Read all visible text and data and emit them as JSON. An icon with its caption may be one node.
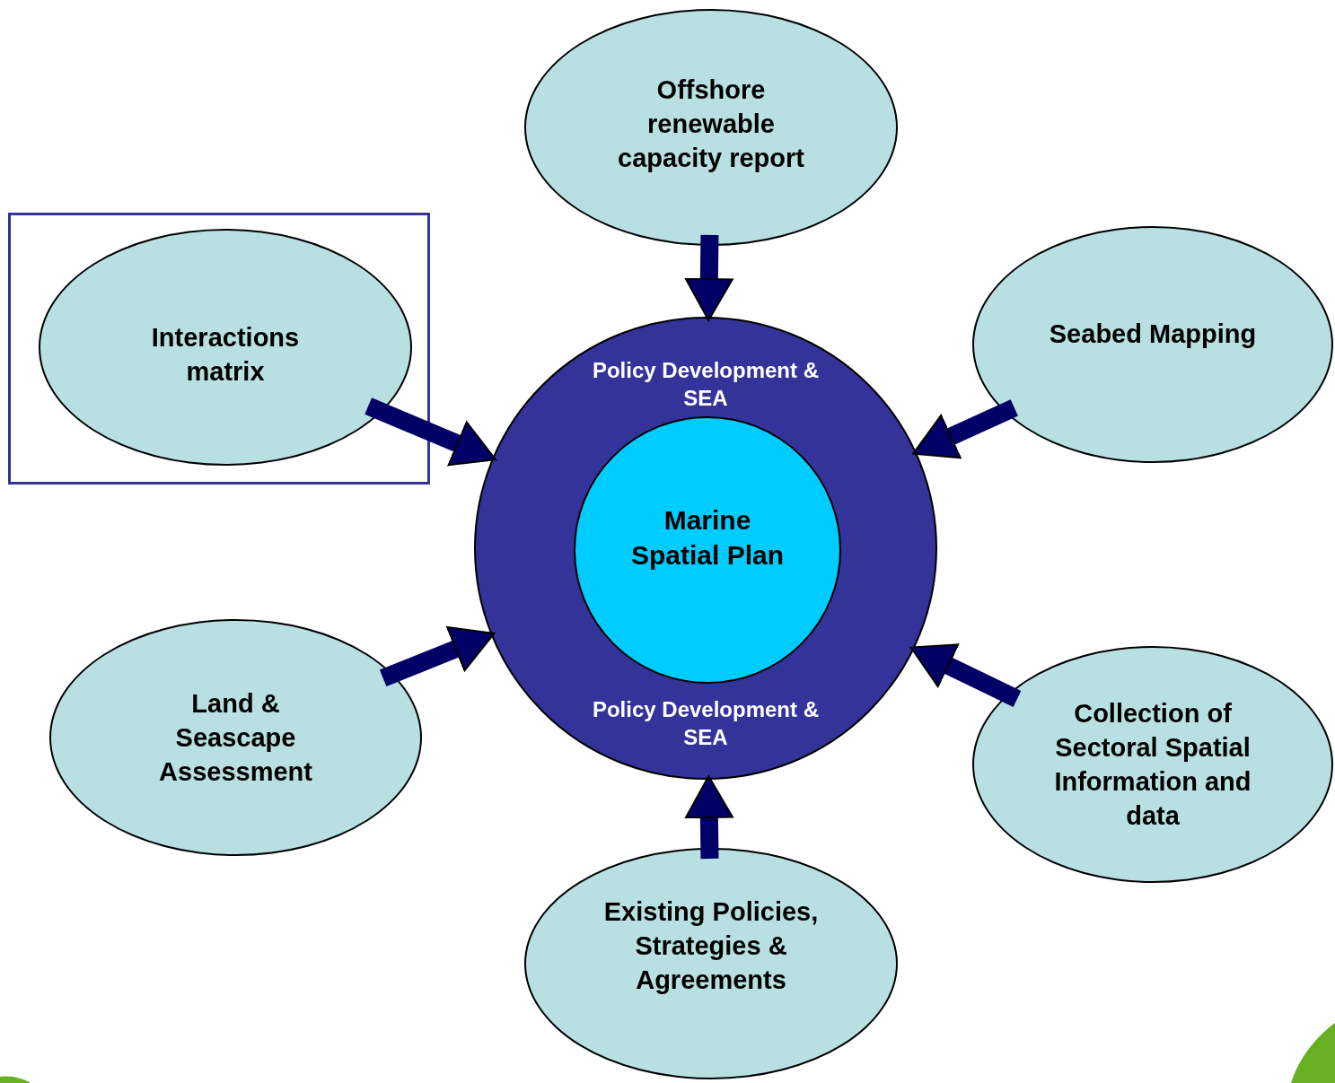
{
  "diagram": {
    "nodes": [
      {
        "text": [
          "Policy Development & SEA",
          "Policy Development & SEA"
        ]
      },
      {
        "text": [
          "Marine Spatial Plan"
        ],
        "in": 0
      },
      {
        "text": [
          "Offshore renewable capacity report"
        ]
      },
      {
        "text": [],
        "shape": "box"
      },
      {
        "text": [
          "Interactions matrix"
        ],
        "in": 3
      },
      {
        "text": [
          "Seabed Mapping"
        ]
      },
      {
        "text": [
          "Land & Seascape Assessment"
        ]
      },
      {
        "text": [
          "Collection of Sectoral Spatial Information and data"
        ]
      },
      {
        "text": [
          "Existing Policies, Strategies & Agreements"
        ]
      }
    ],
    "edges": [
      {
        "from": 2,
        "to": 0,
        "arrow": "to"
      },
      {
        "from": 4,
        "to": 0,
        "arrow": "to"
      },
      {
        "from": 5,
        "to": 0,
        "arrow": "to"
      },
      {
        "from": 6,
        "to": 0,
        "arrow": "to"
      },
      {
        "from": 7,
        "to": 0,
        "arrow": "to"
      },
      {
        "from": 8,
        "to": 0,
        "arrow": "to"
      }
    ]
  }
}
